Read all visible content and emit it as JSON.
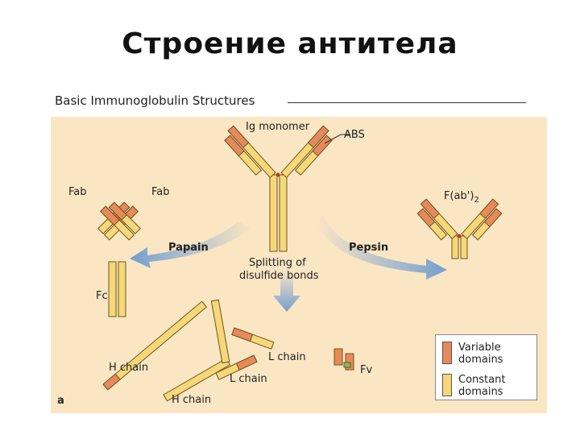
{
  "title": "Строение антитела",
  "figure": {
    "header": "Basic Immunoglobulin Structures",
    "labels": {
      "ig_monomer": "Ig monomer",
      "abs": "ABS",
      "fab_left": "Fab",
      "fab_right": "Fab",
      "fab2": "F(ab')",
      "fab2_sub": "2",
      "papain": "Papain",
      "pepsin": "Pepsin",
      "splitting_line1": "Splitting of",
      "splitting_line2": "disulfide bonds",
      "fc": "Fc",
      "h_chain_1": "H chain",
      "h_chain_2": "H chain",
      "l_chain_1": "L chain",
      "l_chain_2": "L chain",
      "fv": "Fv",
      "panel_letter": "a"
    },
    "legend": {
      "variable": "Variable domains",
      "constant": "Constant domains"
    },
    "colors": {
      "panel": "#fbe6c4",
      "variable": "#e8895a",
      "constant": "#f6d878",
      "outline": "#6b5520",
      "arrow": "#7fa8d4",
      "bond": "#c0392b"
    }
  }
}
